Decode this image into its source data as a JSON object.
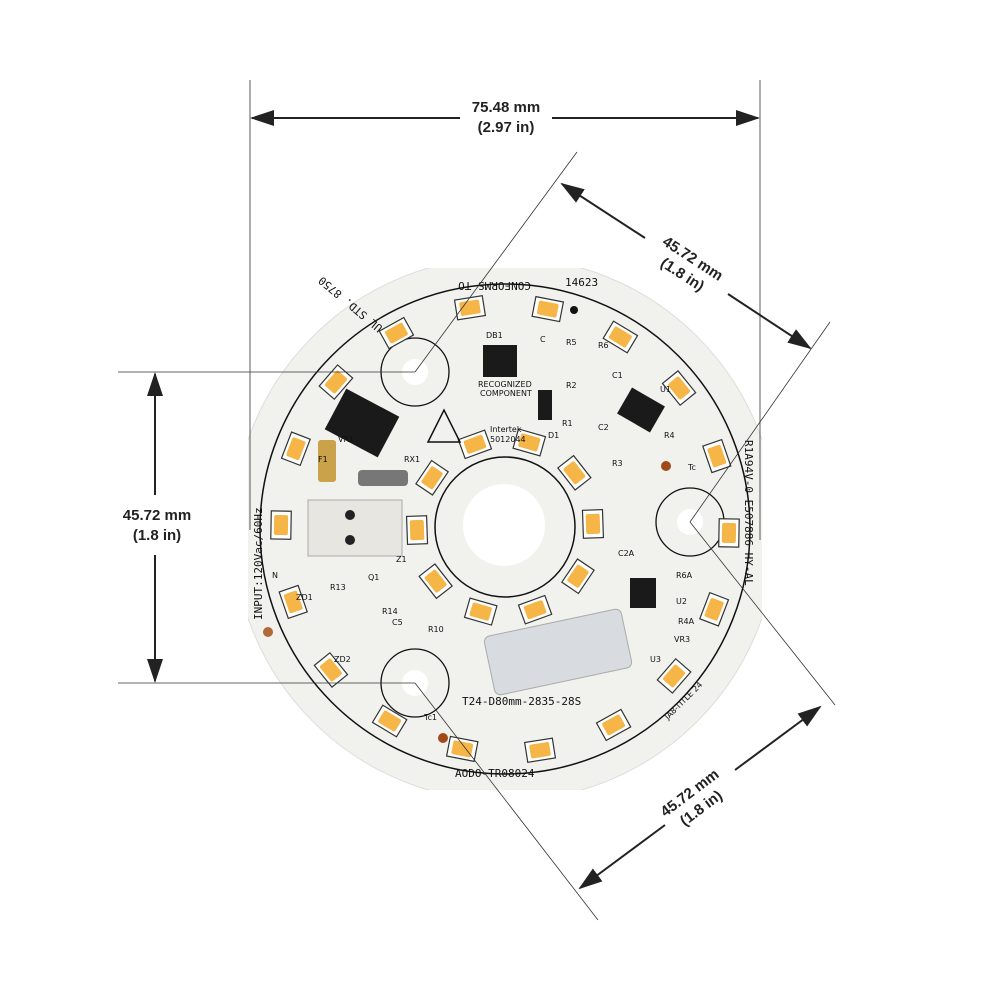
{
  "dimensions": {
    "width": {
      "mm": "75.48 mm",
      "in": "(2.97 in)"
    },
    "height": {
      "mm": "45.72 mm",
      "in": "(1.8 in)"
    },
    "diagonal_top": {
      "mm": "45.72 mm",
      "in": "(1.8 in)"
    },
    "diagonal_bottom": {
      "mm": "45.72 mm",
      "in": "(1.8 in)"
    }
  },
  "board": {
    "conforms": "CONFORMS TO",
    "ul_std": "UL STD. 8750",
    "part_no": "14623",
    "input": "INPUT:120Vac/60Hz",
    "rating": "R1A94V-0 E507886 HY-AL",
    "model": "T24-D80mm-2835-28S",
    "code": "AODO-TR08024",
    "ja8": "JA8-TITLE 24",
    "recognized": "RECOGNIZED",
    "component": "COMPONENT",
    "intertek": "Intertek",
    "cert": "5012044",
    "labels": [
      "DB1",
      "C",
      "R5",
      "R6",
      "R2",
      "C1",
      "U1",
      "R1",
      "D1",
      "C2",
      "R4",
      "R3",
      "Tc",
      "RX1",
      "VR1",
      "F1",
      "Z1",
      "N",
      "R13",
      "Q1",
      "ZD1",
      "R14",
      "C5",
      "ZD2",
      "R10",
      "C2A",
      "R6A",
      "U2",
      "R4A",
      "VR3",
      "U3",
      "Tc1"
    ]
  },
  "colors": {
    "board": "#f1f1ee",
    "led": "#f5b547",
    "line": "#222222"
  }
}
